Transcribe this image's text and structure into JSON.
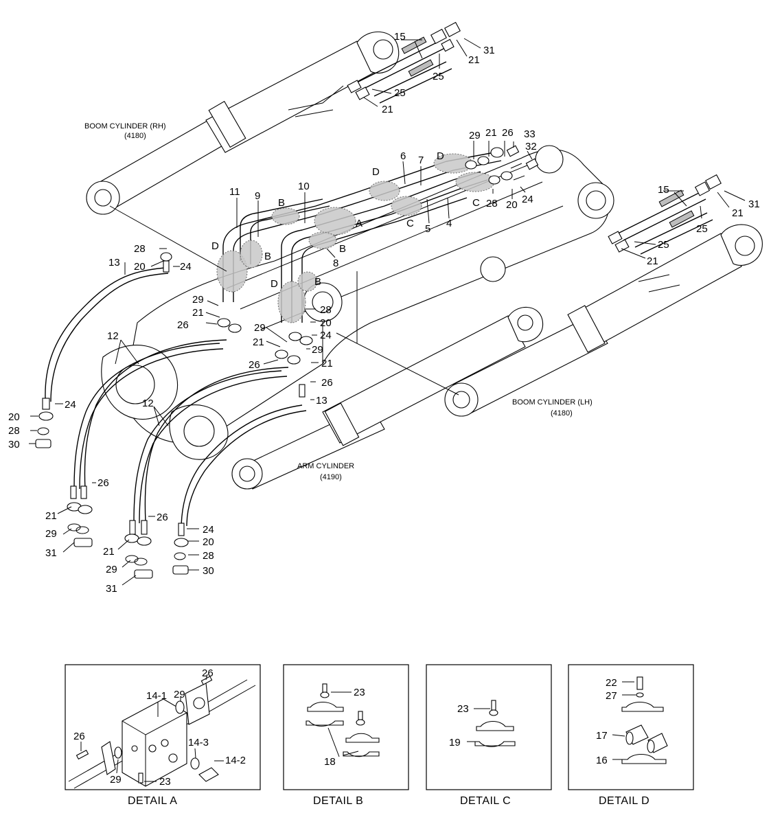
{
  "captions": {
    "boom_rh_title": "BOOM CYLINDER (RH)",
    "boom_rh_code": "(4180)",
    "boom_lh_title": "BOOM CYLINDER (LH)",
    "boom_lh_code": "(4180)",
    "arm_title": "ARM CYLINDER",
    "arm_code": "(4190)"
  },
  "details": {
    "a": "DETAIL  A",
    "b": "DETAIL  B",
    "c": "DETAIL  C",
    "d": "DETAIL  D"
  },
  "detail_letters": {
    "a": "A",
    "b": "B",
    "c": "C",
    "d": "D"
  },
  "parts": {
    "p4": "4",
    "p5": "5",
    "p6": "6",
    "p7": "7",
    "p8": "8",
    "p9": "9",
    "p10": "10",
    "p11": "11",
    "p12": "12",
    "p13": "13",
    "p14_1": "14-1",
    "p14_2": "14-2",
    "p14_3": "14-3",
    "p15": "15",
    "p16": "16",
    "p17": "17",
    "p18": "18",
    "p19": "19",
    "p20": "20",
    "p21": "21",
    "p22": "22",
    "p23": "23",
    "p24": "24",
    "p25": "25",
    "p26": "26",
    "p27": "27",
    "p28": "28",
    "p29": "29",
    "p30": "30",
    "p31": "31",
    "p32": "32",
    "p33": "33"
  }
}
